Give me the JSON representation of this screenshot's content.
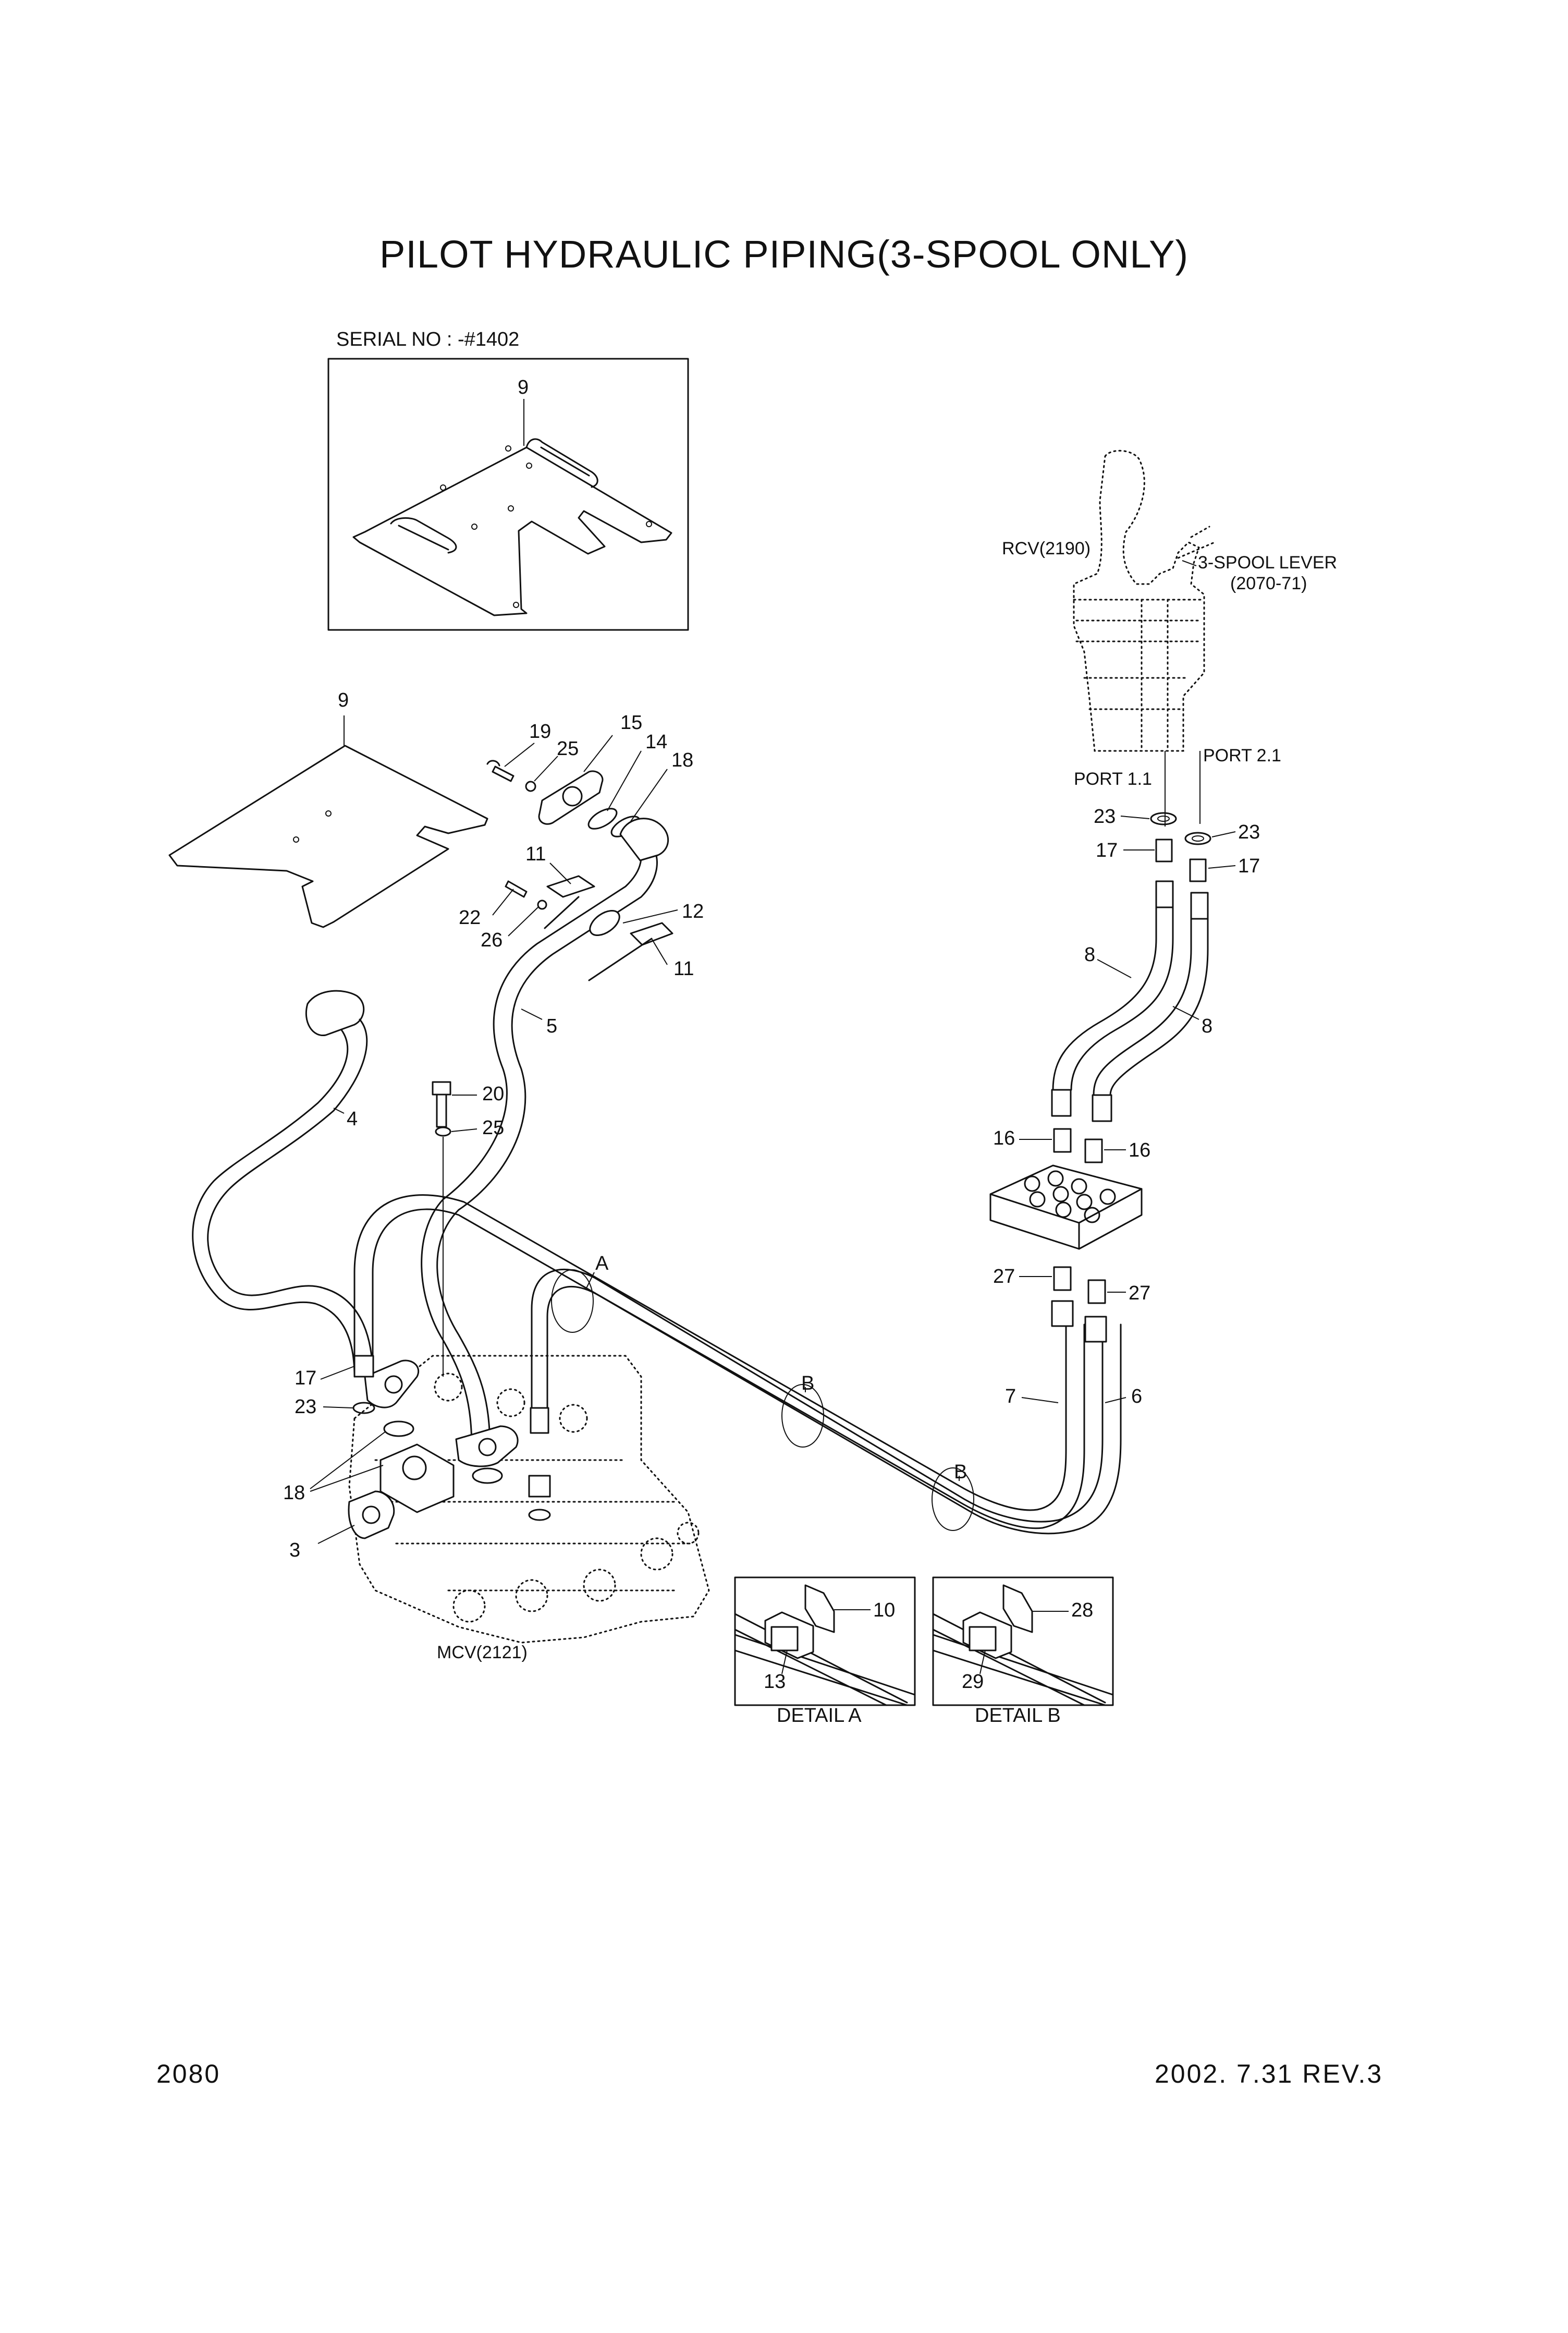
{
  "title": "PILOT HYDRAULIC PIPING(3-SPOOL ONLY)",
  "serial_note": "SERIAL NO : -#1402",
  "page_number": "2080",
  "revision": "2002. 7.31 REV.3",
  "components": {
    "rcv": "RCV(2190)",
    "spool_lever": "3-SPOOL LEVER",
    "spool_lever_code": "(2070-71)",
    "port_1": "PORT 1.1",
    "port_2": "PORT 2.1",
    "mcv": "MCV(2121)"
  },
  "details": {
    "a": "DETAIL A",
    "b": "DETAIL B",
    "marker_a": "A",
    "marker_b": "B"
  },
  "part_numbers": {
    "p3": "3",
    "p4": "4",
    "p5": "5",
    "p6": "6",
    "p7": "7",
    "p8": "8",
    "p9": "9",
    "p10": "10",
    "p11": "11",
    "p12": "12",
    "p13": "13",
    "p14": "14",
    "p15": "15",
    "p16": "16",
    "p17": "17",
    "p18": "18",
    "p19": "19",
    "p20": "20",
    "p22": "22",
    "p23": "23",
    "p25": "25",
    "p26": "26",
    "p27": "27",
    "p28": "28",
    "p29": "29"
  }
}
